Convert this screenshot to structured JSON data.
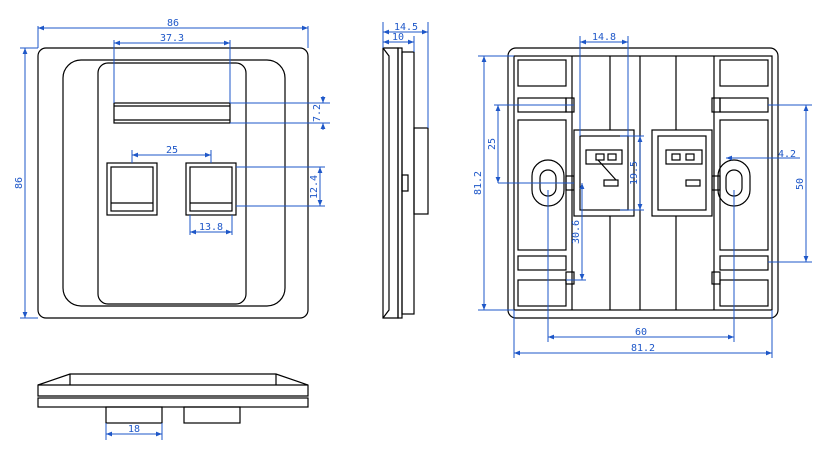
{
  "colors": {
    "dimension": "#1e57c8",
    "outline": "#000000",
    "background": "#ffffff"
  },
  "front_view": {
    "width_label": "86",
    "label_window_width": "37.3",
    "label_window_height": "7.2",
    "port_spacing": "25",
    "port_height": "12.4",
    "port_width": "13.8",
    "height_label": "86"
  },
  "side_view": {
    "total_depth": "14.5",
    "plate_depth": "10"
  },
  "bottom_view": {
    "module_width": "18"
  },
  "rear_view": {
    "module_width": "14.8",
    "upper_offset": "25",
    "height": "81.2",
    "module_height": "30.6",
    "module_inner": "19.5",
    "slot_width": "4.2",
    "hole_spacing_vertical": "50",
    "hole_spacing_horizontal": "60",
    "width": "81.2"
  }
}
